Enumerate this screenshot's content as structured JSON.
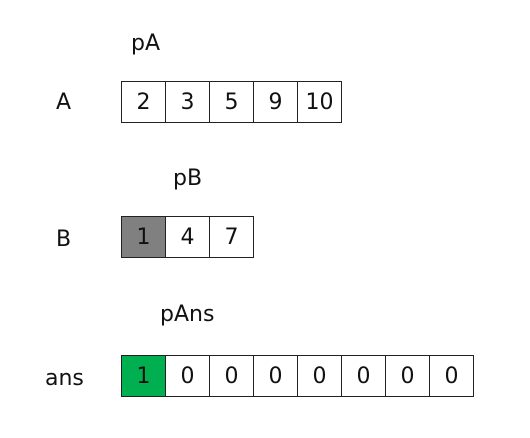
{
  "arrays": {
    "A": {
      "label": "A",
      "pointer": "pA",
      "values": [
        "2",
        "3",
        "5",
        "9",
        "10"
      ]
    },
    "B": {
      "label": "B",
      "pointer": "pB",
      "values": [
        "1",
        "4",
        "7"
      ],
      "highlight_index": 0,
      "highlight_color": "#808080"
    },
    "ans": {
      "label": "ans",
      "pointer": "pAns",
      "values": [
        "1",
        "0",
        "0",
        "0",
        "0",
        "0",
        "0",
        "0"
      ],
      "highlight_index": 0,
      "highlight_color": "#00b050"
    }
  }
}
